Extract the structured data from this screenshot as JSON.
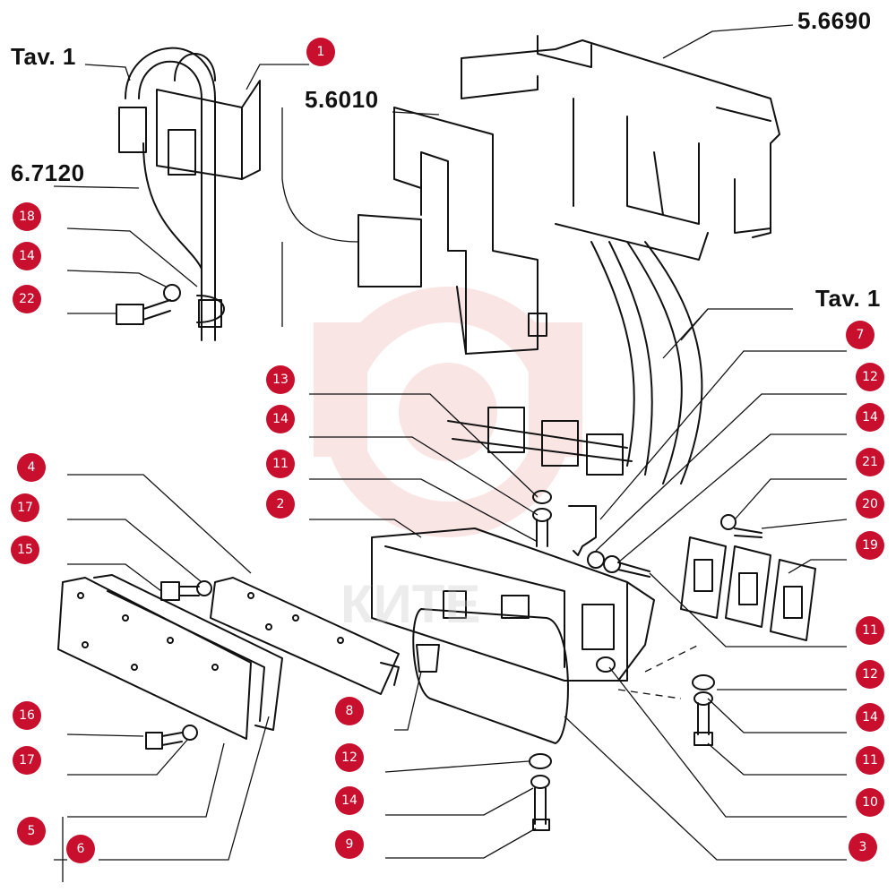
{
  "refs": {
    "tav1_top": "Tav. 1",
    "code_56690": "5.6690",
    "code_56010": "5.6010",
    "code_67120": "6.7120",
    "tav1_right": "Tav. 1"
  },
  "callouts": {
    "c1": "1",
    "c18": "18",
    "c14a": "14",
    "c22": "22",
    "c7": "7",
    "c12a": "12",
    "c14b": "14",
    "c21": "21",
    "c20": "20",
    "c19": "19",
    "c13": "13",
    "c14c": "14",
    "c11a": "11",
    "c2": "2",
    "c4": "4",
    "c17a": "17",
    "c15": "15",
    "c11b": "11",
    "c12b": "12",
    "c14d": "14",
    "c11c": "11",
    "c10": "10",
    "c3": "3",
    "c8": "8",
    "c12c": "12",
    "c14e": "14",
    "c9": "9",
    "c16": "16",
    "c17b": "17",
    "c5": "5",
    "c6": "6"
  },
  "watermark": "КИТЕ",
  "colors": {
    "badge": "#c8102e",
    "line": "#111111",
    "logo": "#f2b7b7"
  }
}
